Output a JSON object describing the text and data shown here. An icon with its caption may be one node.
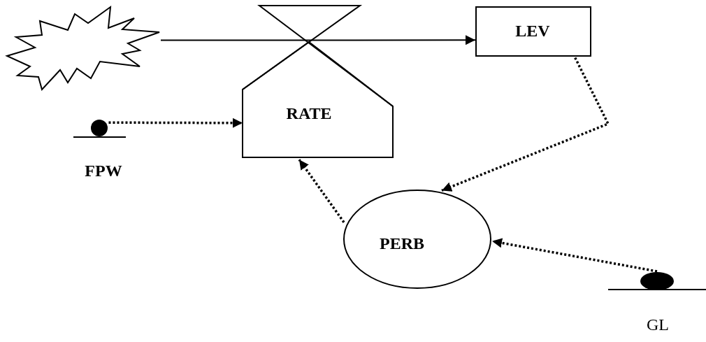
{
  "diagram": {
    "nodes": [
      {
        "text": [],
        "shape": "cloud"
      },
      {
        "text": [
          "RATE"
        ]
      },
      {
        "text": [
          "LEV"
        ]
      },
      {
        "text": [
          "FPW"
        ]
      },
      {
        "text": [
          "PERB"
        ]
      },
      {
        "text": [
          "GL"
        ]
      }
    ],
    "edges": [
      {
        "from": 0,
        "to": 2,
        "arrow": "to"
      },
      {
        "from": 2,
        "to": 4,
        "arrow": "to",
        "style": "dashed"
      },
      {
        "from": 3,
        "to": 1,
        "arrow": "to",
        "style": "dashed"
      },
      {
        "from": 4,
        "to": 1,
        "arrow": "to",
        "style": "dashed"
      },
      {
        "from": 5,
        "to": 4,
        "arrow": "to",
        "style": "dashed"
      }
    ]
  }
}
